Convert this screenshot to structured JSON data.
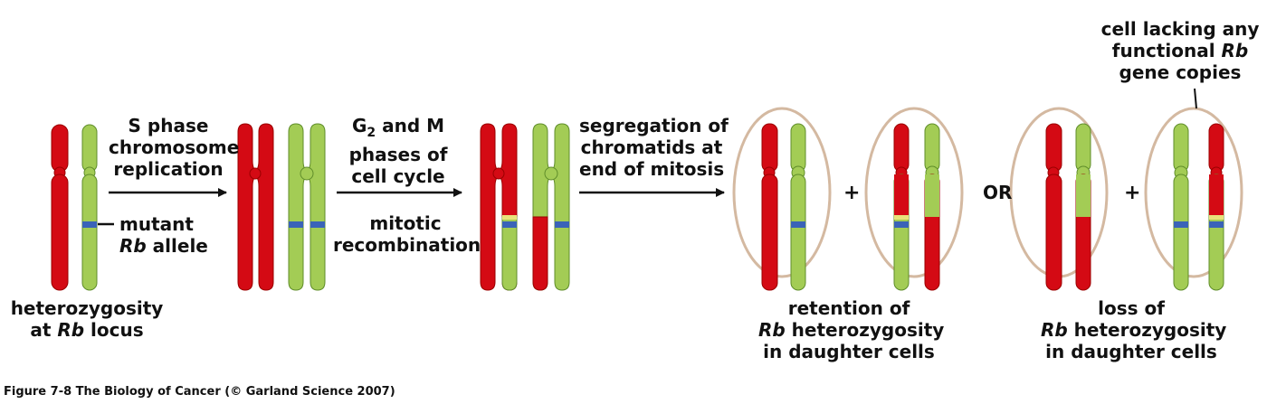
{
  "colors": {
    "wildtype": "#d40a14",
    "wildtype_stroke": "#9a0000",
    "mutant": "#a3cc55",
    "mutant_stroke": "#5f8d2a",
    "rb_band": "#3a63b8",
    "yellow_band": "#e8e27a",
    "cell": "#d4b9a1",
    "arrow": "#111111"
  },
  "icons": [
    "chromosome-icon",
    "cell-icon",
    "arrow-icon"
  ],
  "labels": {
    "s_phase": [
      "S phase",
      "chromosome",
      "replication"
    ],
    "g2m_line1_main": "G",
    "g2m_line1_sub": "2",
    "g2m_line1_rest": " and M",
    "g2m_line2": "phases of",
    "g2m_line3": "cell cycle",
    "mitotic": [
      "mitotic",
      "recombination"
    ],
    "segregation": [
      "segregation of",
      "chromatids at",
      "end of mitosis"
    ],
    "mutant_line1": "mutant",
    "mutant_line2_italic": "Rb",
    "mutant_line2_rest": " allele",
    "hetero_line1": "heterozygosity",
    "hetero_line2_pre": "at ",
    "hetero_line2_italic": "Rb",
    "hetero_line2_post": " locus",
    "retention_line1": "retention of",
    "retention_line2_italic": "Rb",
    "retention_line2_rest": " heterozygosity",
    "retention_line3": "in daughter cells",
    "loss_line1": "loss of",
    "loss_line2_italic": "Rb",
    "loss_line2_rest": " heterozygosity",
    "loss_line3": "in daughter cells",
    "lacking_line1": "cell lacking any",
    "lacking_line2_pre": "functional ",
    "lacking_line2_italic": "Rb",
    "lacking_line3": "gene copies",
    "plus": "+",
    "or": "OR"
  },
  "caption": "Figure 7-8  The Biology of Cancer (© Garland Science 2007)"
}
